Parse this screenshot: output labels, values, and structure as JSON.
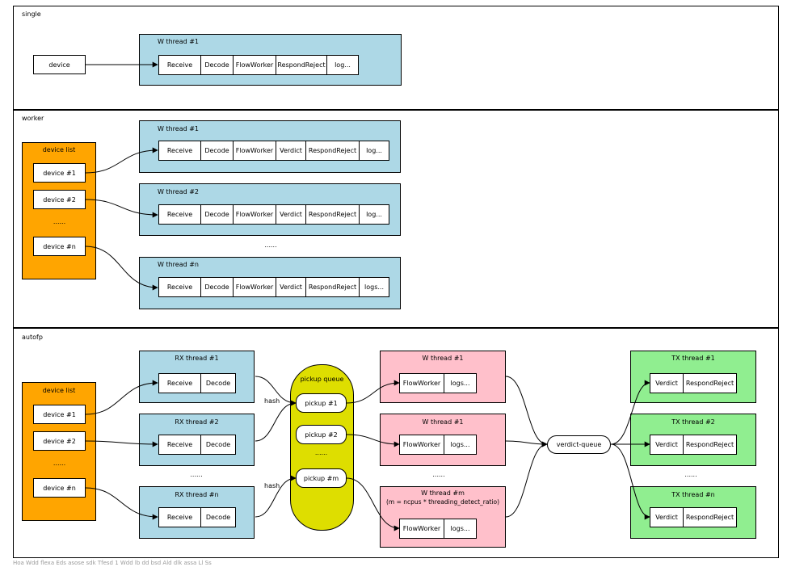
{
  "single": {
    "label": "single",
    "device": "device",
    "wthread": {
      "title": "W thread #1",
      "cells": [
        "Receive",
        "Decode",
        "FlowWorker",
        "RespondReject",
        "log..."
      ]
    }
  },
  "worker": {
    "label": "worker",
    "device_list": {
      "title": "device list",
      "items": [
        "device #1",
        "device #2",
        "device #n"
      ],
      "dots": "......"
    },
    "threads": [
      {
        "title": "W thread #1",
        "cells": [
          "Receive",
          "Decode",
          "FlowWorker",
          "Verdict",
          "RespondReject",
          "log..."
        ]
      },
      {
        "title": "W thread #2",
        "cells": [
          "Receive",
          "Decode",
          "FlowWorker",
          "Verdict",
          "RespondReject",
          "log..."
        ]
      },
      {
        "title": "W thread #n",
        "cells": [
          "Receive",
          "Decode",
          "FlowWorker",
          "Verdict",
          "RespondReject",
          "logs..."
        ]
      }
    ],
    "dots": "......"
  },
  "autofp": {
    "label": "autofp",
    "device_list": {
      "title": "device list",
      "items": [
        "device #1",
        "device #2",
        "device #n"
      ],
      "dots": "......"
    },
    "rx_threads": [
      {
        "title": "RX thread #1",
        "cells": [
          "Receive",
          "Decode"
        ]
      },
      {
        "title": "RX thread #2",
        "cells": [
          "Receive",
          "Decode"
        ]
      },
      {
        "title": "RX thread #n",
        "cells": [
          "Receive",
          "Decode"
        ]
      }
    ],
    "rx_dots": "......",
    "hash_label": "hash",
    "pickup_queue": {
      "title": "pickup queue",
      "items": [
        "pickup #1",
        "pickup #2",
        "pickup #m"
      ],
      "dots": "......"
    },
    "w_threads": [
      {
        "title": "W thread #1",
        "subtitle": "",
        "cells": [
          "FlowWorker",
          "logs..."
        ]
      },
      {
        "title": "W thread #1",
        "subtitle": "",
        "cells": [
          "FlowWorker",
          "logs..."
        ]
      },
      {
        "title": "W thread #m",
        "subtitle": "(m = ncpus * threading_detect_ratio)",
        "cells": [
          "FlowWorker",
          "logs..."
        ]
      }
    ],
    "w_dots": "......",
    "verdict_queue": "verdict-queue",
    "tx_threads": [
      {
        "title": "TX thread #1",
        "cells": [
          "Verdict",
          "RespondReject"
        ]
      },
      {
        "title": "TX thread #2",
        "cells": [
          "Verdict",
          "RespondReject"
        ]
      },
      {
        "title": "TX thread #n",
        "cells": [
          "Verdict",
          "RespondReject"
        ]
      }
    ],
    "tx_dots": "......"
  },
  "caption": "Hoa Wdd flexa Eds asose sdk Tfesd 1 Wdd lb dd bsd Ald dlk assa Ll Ss"
}
